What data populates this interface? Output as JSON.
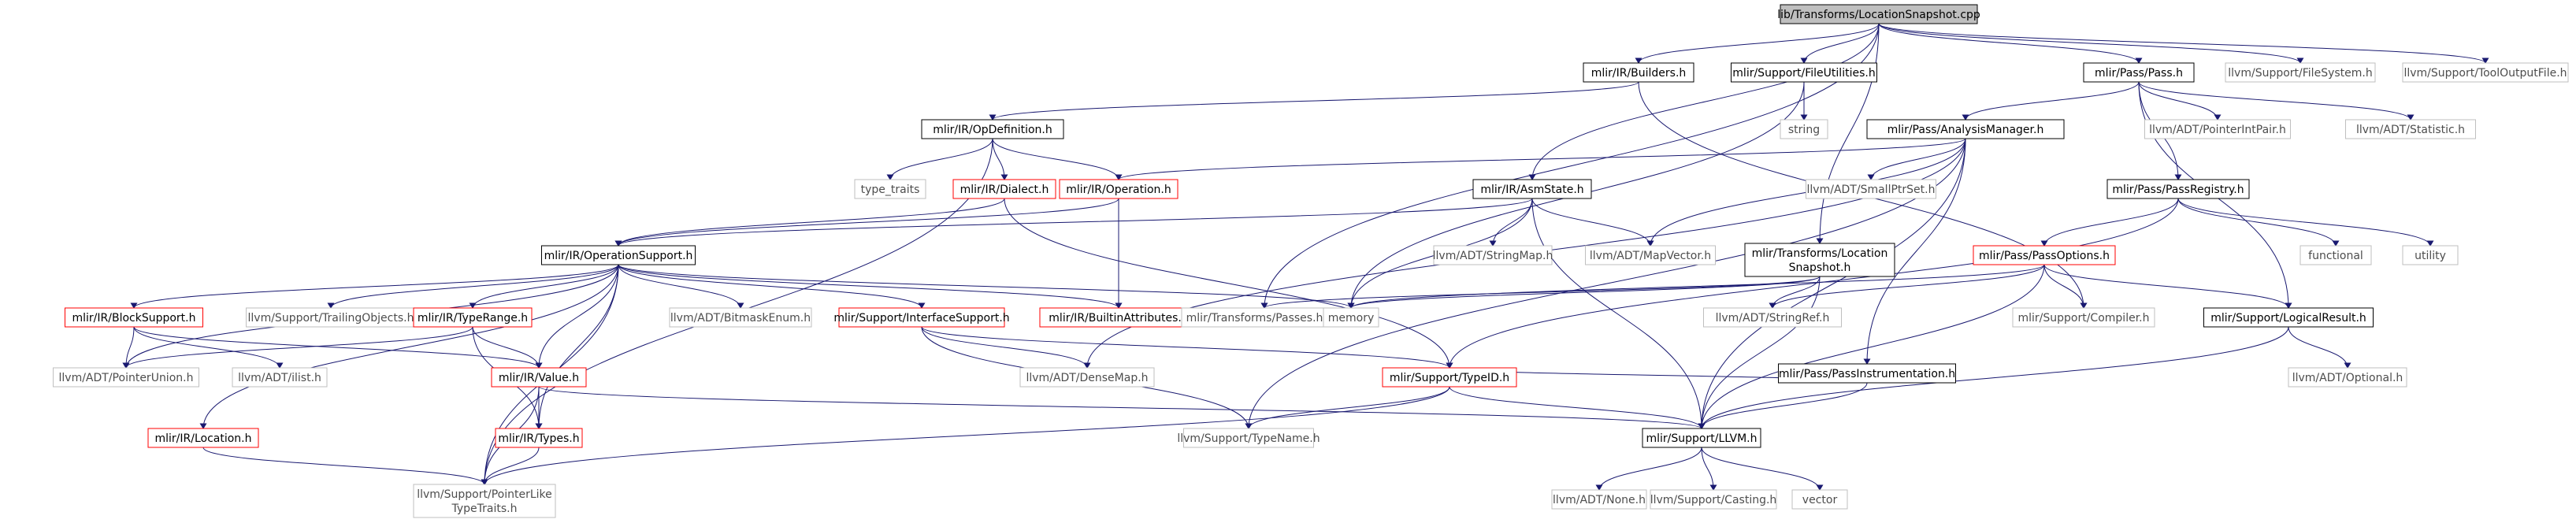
{
  "graph": {
    "kind": "include-dependency-graph",
    "colors": {
      "root_fill": "#bfbfbf",
      "documented_border": "#000000",
      "incomplete_border": "#ff0000",
      "external_border": "#bfbfbf",
      "text": "#000000",
      "external_text": "#4d4d4d",
      "edge": "#191970"
    },
    "nodes": [
      {
        "id": "n0",
        "label": "lib/Transforms/LocationSnapshot.cpp",
        "kind": "root"
      },
      {
        "id": "n1",
        "label": "mlir/IR/Builders.h",
        "kind": "doc"
      },
      {
        "id": "n2",
        "label": "mlir/Support/FileUtilities.h",
        "kind": "doc"
      },
      {
        "id": "n3",
        "label": "mlir/Pass/Pass.h",
        "kind": "doc"
      },
      {
        "id": "n4",
        "label": "llvm/Support/FileSystem.h",
        "kind": "ext"
      },
      {
        "id": "n5",
        "label": "llvm/Support/ToolOutputFile.h",
        "kind": "ext"
      },
      {
        "id": "n6",
        "label": "mlir/IR/OpDefinition.h",
        "kind": "doc"
      },
      {
        "id": "n7",
        "label": "string",
        "kind": "ext"
      },
      {
        "id": "n8",
        "label": "mlir/Pass/AnalysisManager.h",
        "kind": "doc"
      },
      {
        "id": "n9",
        "label": "llvm/ADT/PointerIntPair.h",
        "kind": "ext"
      },
      {
        "id": "n10",
        "label": "llvm/ADT/Statistic.h",
        "kind": "ext"
      },
      {
        "id": "n11",
        "label": "type_traits",
        "kind": "ext"
      },
      {
        "id": "n12",
        "label": "mlir/IR/Dialect.h",
        "kind": "red"
      },
      {
        "id": "n13",
        "label": "mlir/IR/Operation.h",
        "kind": "red"
      },
      {
        "id": "n14",
        "label": "mlir/IR/AsmState.h",
        "kind": "doc"
      },
      {
        "id": "n15",
        "label": "llvm/ADT/SmallPtrSet.h",
        "kind": "ext"
      },
      {
        "id": "n16",
        "label": "mlir/Pass/PassRegistry.h",
        "kind": "doc"
      },
      {
        "id": "n17",
        "label": "mlir/IR/OperationSupport.h",
        "kind": "doc"
      },
      {
        "id": "n18",
        "label": "llvm/ADT/StringMap.h",
        "kind": "ext"
      },
      {
        "id": "n19",
        "label": "llvm/ADT/MapVector.h",
        "kind": "ext"
      },
      {
        "id": "n20",
        "label": "functional",
        "kind": "ext"
      },
      {
        "id": "n21",
        "label": "utility",
        "kind": "ext"
      },
      {
        "id": "n22",
        "label": "mlir/Transforms/Location\nSnapshot.h",
        "kind": "doc"
      },
      {
        "id": "n23",
        "label": "mlir/Pass/PassOptions.h",
        "kind": "red"
      },
      {
        "id": "n24",
        "label": "mlir/IR/BlockSupport.h",
        "kind": "red"
      },
      {
        "id": "n25",
        "label": "llvm/Support/TrailingObjects.h",
        "kind": "ext"
      },
      {
        "id": "n26",
        "label": "mlir/IR/TypeRange.h",
        "kind": "red"
      },
      {
        "id": "n27",
        "label": "llvm/ADT/BitmaskEnum.h",
        "kind": "ext"
      },
      {
        "id": "n28",
        "label": "mlir/Support/InterfaceSupport.h",
        "kind": "red"
      },
      {
        "id": "n29",
        "label": "mlir/IR/BuiltinAttributes.h",
        "kind": "red"
      },
      {
        "id": "n30",
        "label": "mlir/Transforms/Passes.h.inc",
        "kind": "ext"
      },
      {
        "id": "n31",
        "label": "memory",
        "kind": "ext"
      },
      {
        "id": "n32",
        "label": "llvm/ADT/StringRef.h",
        "kind": "ext"
      },
      {
        "id": "n33",
        "label": "mlir/Support/Compiler.h",
        "kind": "ext"
      },
      {
        "id": "n34",
        "label": "mlir/Support/LogicalResult.h",
        "kind": "doc"
      },
      {
        "id": "n35",
        "label": "mlir/Pass/PassInstrumentation.h",
        "kind": "doc"
      },
      {
        "id": "n36",
        "label": "llvm/ADT/PointerUnion.h",
        "kind": "ext"
      },
      {
        "id": "n37",
        "label": "llvm/ADT/ilist.h",
        "kind": "ext"
      },
      {
        "id": "n38",
        "label": "mlir/IR/Value.h",
        "kind": "red"
      },
      {
        "id": "n39",
        "label": "llvm/ADT/DenseMap.h",
        "kind": "ext"
      },
      {
        "id": "n40",
        "label": "mlir/Support/TypeID.h",
        "kind": "red"
      },
      {
        "id": "n41",
        "label": "llvm/ADT/Optional.h",
        "kind": "ext"
      },
      {
        "id": "n42",
        "label": "mlir/IR/Location.h",
        "kind": "red"
      },
      {
        "id": "n43",
        "label": "mlir/IR/Types.h",
        "kind": "red"
      },
      {
        "id": "n44",
        "label": "llvm/Support/TypeName.h",
        "kind": "ext"
      },
      {
        "id": "n45",
        "label": "mlir/Support/LLVM.h",
        "kind": "doc"
      },
      {
        "id": "n46",
        "label": "llvm/Support/PointerLike\nTypeTraits.h",
        "kind": "ext"
      },
      {
        "id": "n47",
        "label": "llvm/ADT/None.h",
        "kind": "ext"
      },
      {
        "id": "n48",
        "label": "llvm/Support/Casting.h",
        "kind": "ext"
      },
      {
        "id": "n49",
        "label": "vector",
        "kind": "ext"
      }
    ],
    "edges": [
      [
        "n0",
        "n1"
      ],
      [
        "n0",
        "n2"
      ],
      [
        "n0",
        "n3"
      ],
      [
        "n0",
        "n4"
      ],
      [
        "n0",
        "n5"
      ],
      [
        "n0",
        "n14"
      ],
      [
        "n0",
        "n22"
      ],
      [
        "n0",
        "n30"
      ],
      [
        "n1",
        "n6"
      ],
      [
        "n1",
        "n33"
      ],
      [
        "n2",
        "n7"
      ],
      [
        "n2",
        "n31"
      ],
      [
        "n3",
        "n8"
      ],
      [
        "n3",
        "n9"
      ],
      [
        "n3",
        "n10"
      ],
      [
        "n3",
        "n16"
      ],
      [
        "n3",
        "n34"
      ],
      [
        "n6",
        "n11"
      ],
      [
        "n6",
        "n12"
      ],
      [
        "n6",
        "n13"
      ],
      [
        "n6",
        "n46"
      ],
      [
        "n8",
        "n13"
      ],
      [
        "n8",
        "n15"
      ],
      [
        "n8",
        "n19"
      ],
      [
        "n8",
        "n39"
      ],
      [
        "n8",
        "n44"
      ],
      [
        "n8",
        "n35"
      ],
      [
        "n8",
        "n45"
      ],
      [
        "n12",
        "n17"
      ],
      [
        "n12",
        "n40"
      ],
      [
        "n13",
        "n17"
      ],
      [
        "n13",
        "n29"
      ],
      [
        "n14",
        "n17"
      ],
      [
        "n14",
        "n18"
      ],
      [
        "n14",
        "n19"
      ],
      [
        "n14",
        "n31"
      ],
      [
        "n14",
        "n45"
      ],
      [
        "n16",
        "n23"
      ],
      [
        "n16",
        "n20"
      ],
      [
        "n16",
        "n21"
      ],
      [
        "n16",
        "n40"
      ],
      [
        "n17",
        "n24"
      ],
      [
        "n17",
        "n25"
      ],
      [
        "n17",
        "n26"
      ],
      [
        "n17",
        "n27"
      ],
      [
        "n17",
        "n28"
      ],
      [
        "n17",
        "n29"
      ],
      [
        "n17",
        "n31"
      ],
      [
        "n17",
        "n38"
      ],
      [
        "n17",
        "n43"
      ],
      [
        "n17",
        "n42"
      ],
      [
        "n17",
        "n36"
      ],
      [
        "n17",
        "n46"
      ],
      [
        "n22",
        "n30"
      ],
      [
        "n22",
        "n31"
      ],
      [
        "n22",
        "n32"
      ],
      [
        "n22",
        "n45"
      ],
      [
        "n23",
        "n31"
      ],
      [
        "n23",
        "n32"
      ],
      [
        "n23",
        "n33"
      ],
      [
        "n23",
        "n34"
      ],
      [
        "n23",
        "n45"
      ],
      [
        "n24",
        "n36"
      ],
      [
        "n24",
        "n37"
      ],
      [
        "n24",
        "n38"
      ],
      [
        "n26",
        "n36"
      ],
      [
        "n26",
        "n38"
      ],
      [
        "n26",
        "n43"
      ],
      [
        "n28",
        "n39"
      ],
      [
        "n28",
        "n40"
      ],
      [
        "n28",
        "n44"
      ],
      [
        "n34",
        "n41"
      ],
      [
        "n34",
        "n45"
      ],
      [
        "n35",
        "n40"
      ],
      [
        "n35",
        "n45"
      ],
      [
        "n38",
        "n43"
      ],
      [
        "n38",
        "n45"
      ],
      [
        "n38",
        "n46"
      ],
      [
        "n40",
        "n44"
      ],
      [
        "n40",
        "n45"
      ],
      [
        "n40",
        "n46"
      ],
      [
        "n42",
        "n46"
      ],
      [
        "n43",
        "n46"
      ],
      [
        "n45",
        "n47"
      ],
      [
        "n45",
        "n48"
      ],
      [
        "n45",
        "n49"
      ]
    ]
  }
}
